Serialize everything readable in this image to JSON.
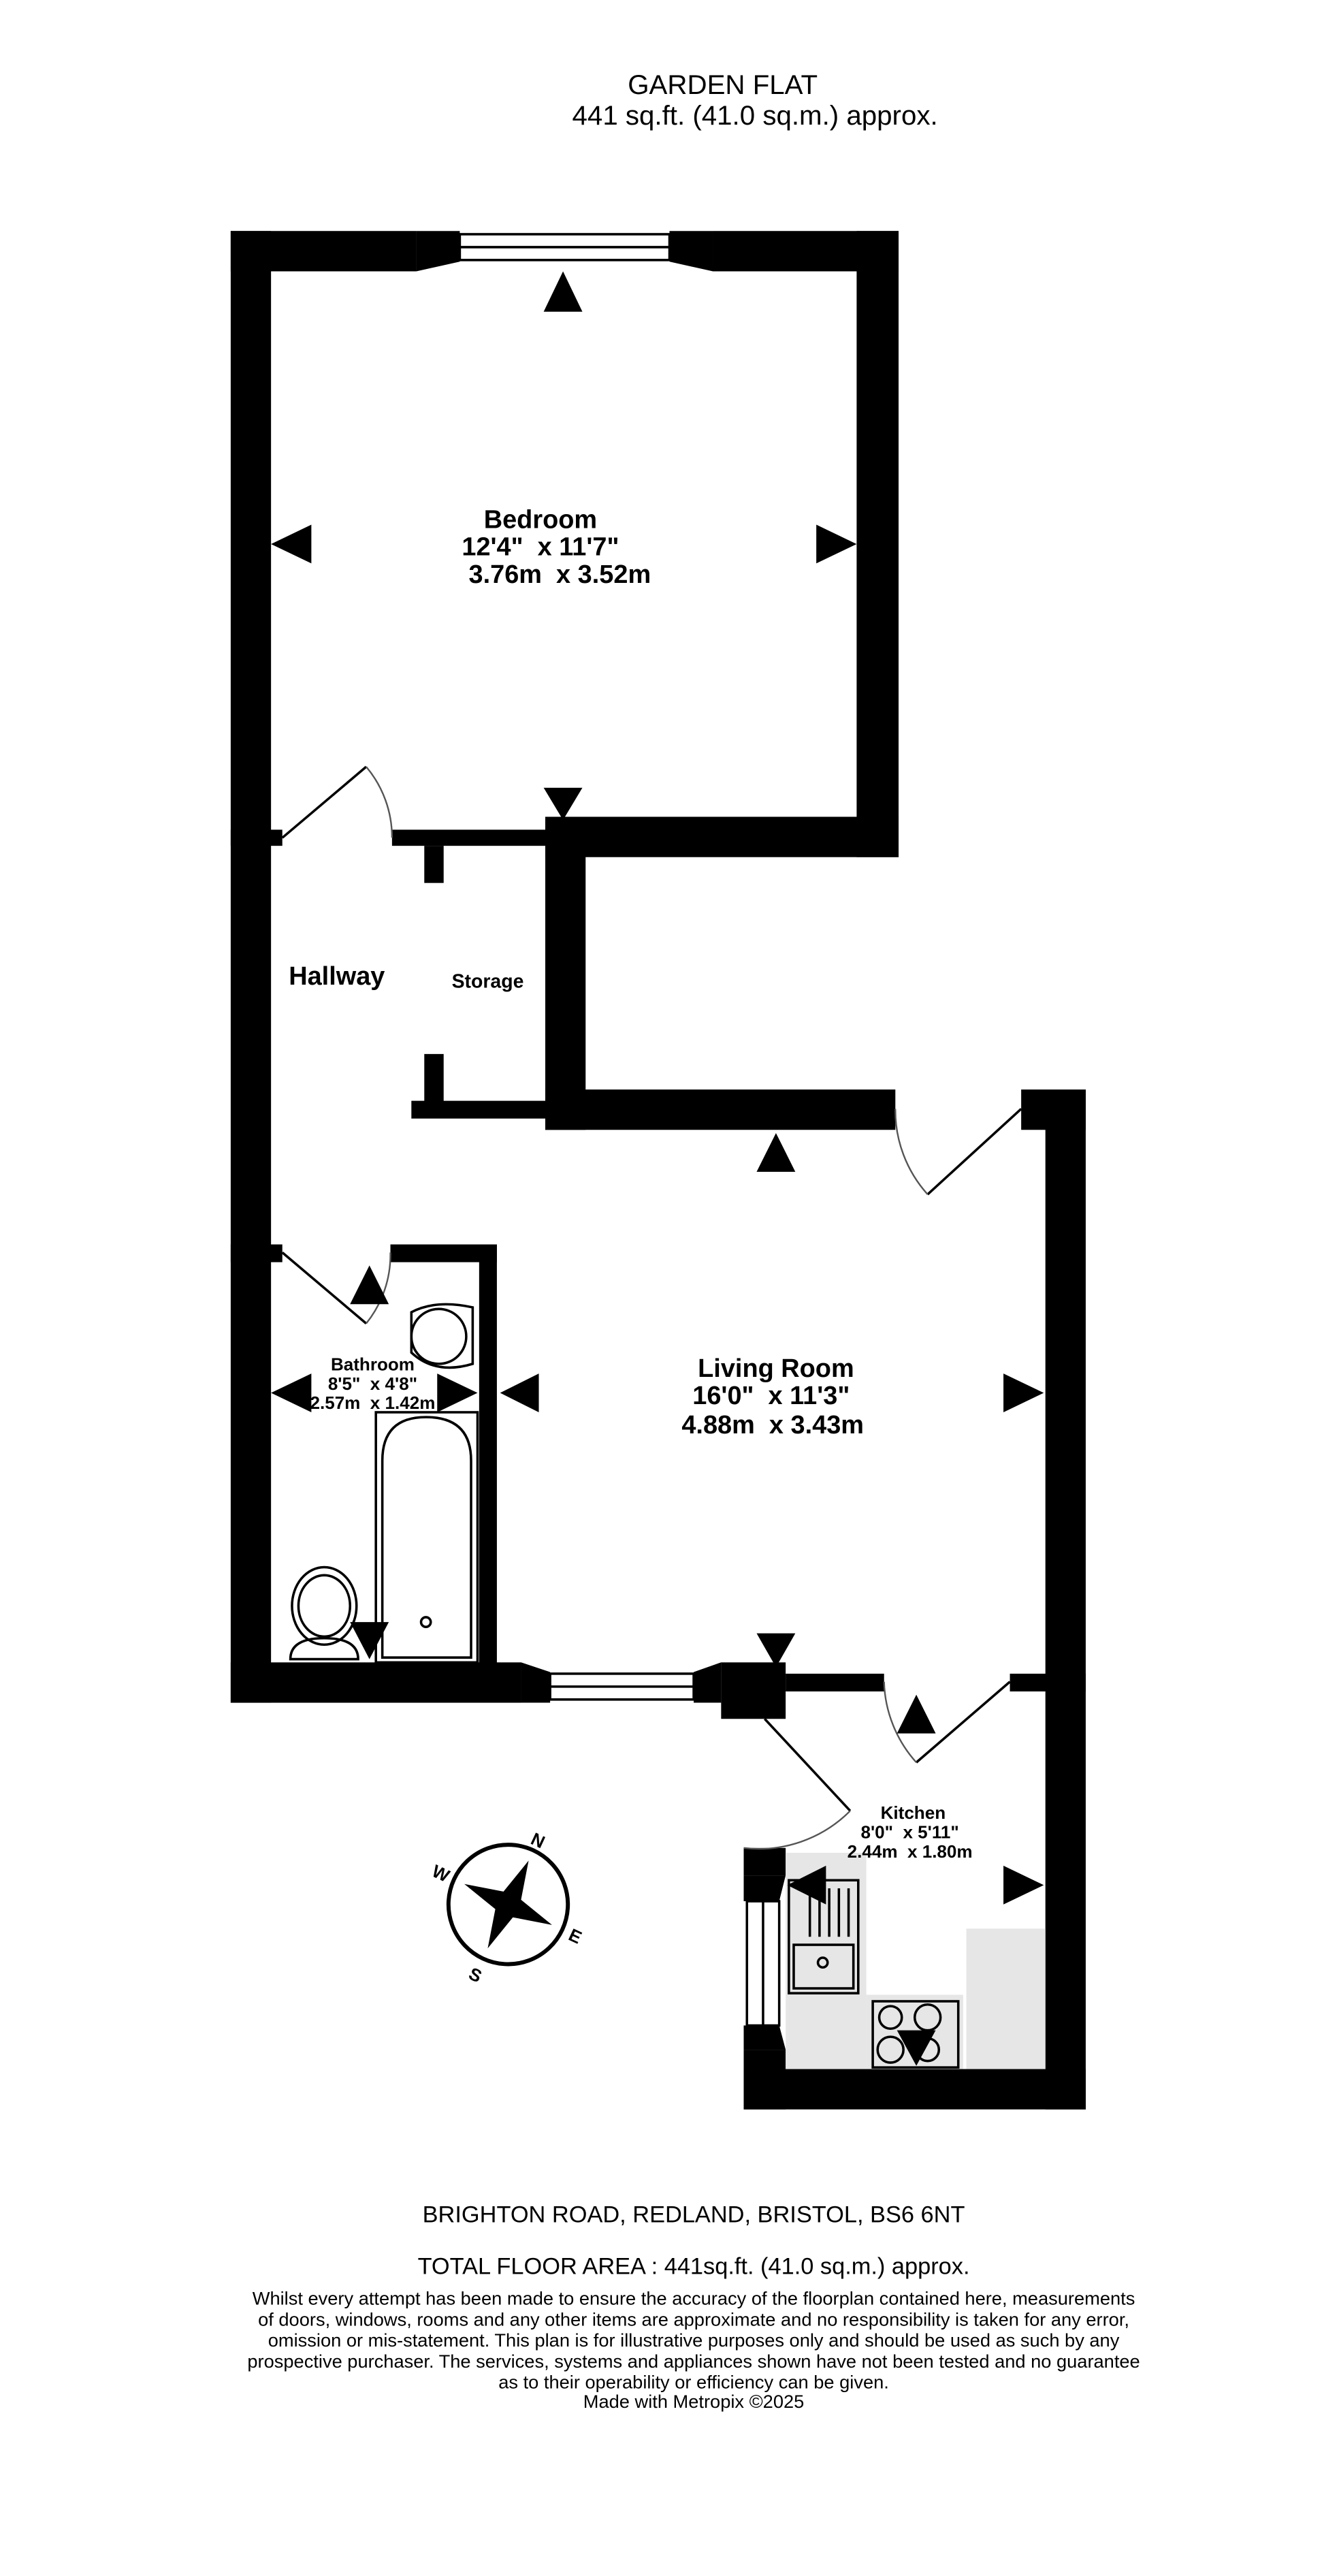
{
  "header": {
    "title": "GARDEN FLAT",
    "area": "441 sq.ft. (41.0 sq.m.) approx."
  },
  "rooms": {
    "bedroom": {
      "name": "Bedroom",
      "imperial": "12'4\"  x 11'7\"",
      "metric": "3.76m  x 3.52m"
    },
    "hallway": {
      "name": "Hallway"
    },
    "storage": {
      "name": "Storage"
    },
    "bathroom": {
      "name": "Bathroom",
      "imperial": "8'5\"  x 4'8\"",
      "metric": "2.57m  x 1.42m"
    },
    "living": {
      "name": "Living Room",
      "imperial": "16'0\"  x 11'3\"",
      "metric": "4.88m  x 3.43m"
    },
    "kitchen": {
      "name": "Kitchen",
      "imperial": "8'0\"  x 5'11\"",
      "metric": "2.44m  x 1.80m"
    }
  },
  "compass": {
    "n": "N",
    "e": "E",
    "s": "S",
    "w": "W"
  },
  "footer": {
    "address": "BRIGHTON ROAD, REDLAND, BRISTOL, BS6 6NT",
    "total": "TOTAL FLOOR AREA : 441sq.ft. (41.0 sq.m.) approx.",
    "disclaimer": [
      "Whilst every attempt has been made to ensure the accuracy of the floorplan contained here, measurements",
      "of doors, windows, rooms and any other items are approximate and no responsibility is taken for any error,",
      "omission or mis-statement. This plan is for illustrative purposes only and should be used as such by any",
      "prospective purchaser. The services, systems and appliances shown have not been tested and no guarantee",
      "as to their operability or efficiency can be given."
    ],
    "credit": "Made with Metropix ©2025"
  }
}
